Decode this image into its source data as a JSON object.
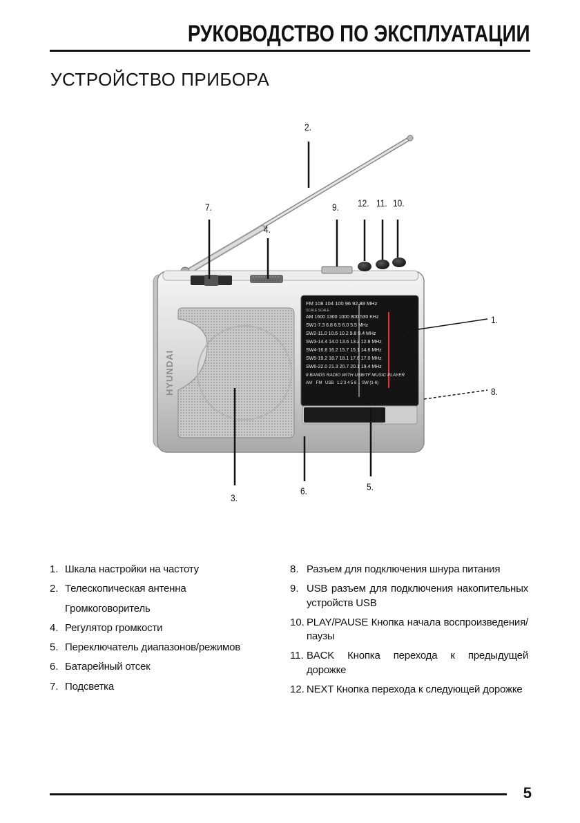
{
  "header": {
    "title": "РУКОВОДСТВО ПО ЭКСПЛУАТАЦИИ"
  },
  "section": {
    "title": "УСТРОЙСТВО  ПРИБОРА"
  },
  "device": {
    "brand": "HYUNDAI",
    "dial": {
      "fm_row": "FM  108  104  100  96  92  88     MHz",
      "scale_row": "SCALE  SCALE",
      "am_row": "AM  1600  1300  1000  800  530  KHz",
      "sw_rows": [
        "SW1-7.3  6.8  6.5  6.0  5.5  MHz",
        "SW2-11.0  10.6  10.2  9.8  9.4  MHz",
        "SW3-14.4  14.0  13.6  13.2  12.8  MHz",
        "SW4-16.8  16.2  15.7  15.1  14.6  MHz",
        "SW5-19.2  18.7  18.1  17.6  17.0  MHz",
        "SW6-22.0  21.3  20.7  20.1  19.4  MHz"
      ],
      "caption": "8 BANDS RADIO WITH USB/TF MUSIC PLAYER",
      "band_am": "AM",
      "band_fm": "FM",
      "band_usb": "USB",
      "band_nums": "1 2 3 4 5 6",
      "band_sw": "SW (1-6)"
    }
  },
  "callouts": {
    "c1": "1.",
    "c2": "2.",
    "c3": "3.",
    "c4": "4.",
    "c5": "5.",
    "c6": "6.",
    "c7": "7.",
    "c8": "8.",
    "c9": "9.",
    "c10": "10.",
    "c11": "11.",
    "c12": "12."
  },
  "legend_left": [
    {
      "num": "1.",
      "text": "Шкала настройки на частоту"
    },
    {
      "num": "2.",
      "text": "Телескопическая антенна"
    },
    {
      "num": "",
      "text": "Громкоговоритель"
    },
    {
      "num": "4.",
      "text": "Регулятор громкости"
    },
    {
      "num": "5.",
      "text": "Переключатель диапазонов/режимов"
    },
    {
      "num": "6.",
      "text": "Батарейный отсек"
    },
    {
      "num": "7.",
      "text": "Подсветка"
    }
  ],
  "legend_right": [
    {
      "num": "8.",
      "text": "Разъем для подключения шнура питания"
    },
    {
      "num": "9.",
      "text": "USB разъем для подключения накопительных устройств USB"
    },
    {
      "num": "10.",
      "text": "PLAY/PAUSE Кнопка начала воспроизведения/паузы"
    },
    {
      "num": "11.",
      "text": "BACK Кнопка перехода к предыдущей дорожке"
    },
    {
      "num": "12.",
      "text": "NEXT Кнопка перехода к следующей дорожке"
    }
  ],
  "footer": {
    "page_number": "5"
  }
}
